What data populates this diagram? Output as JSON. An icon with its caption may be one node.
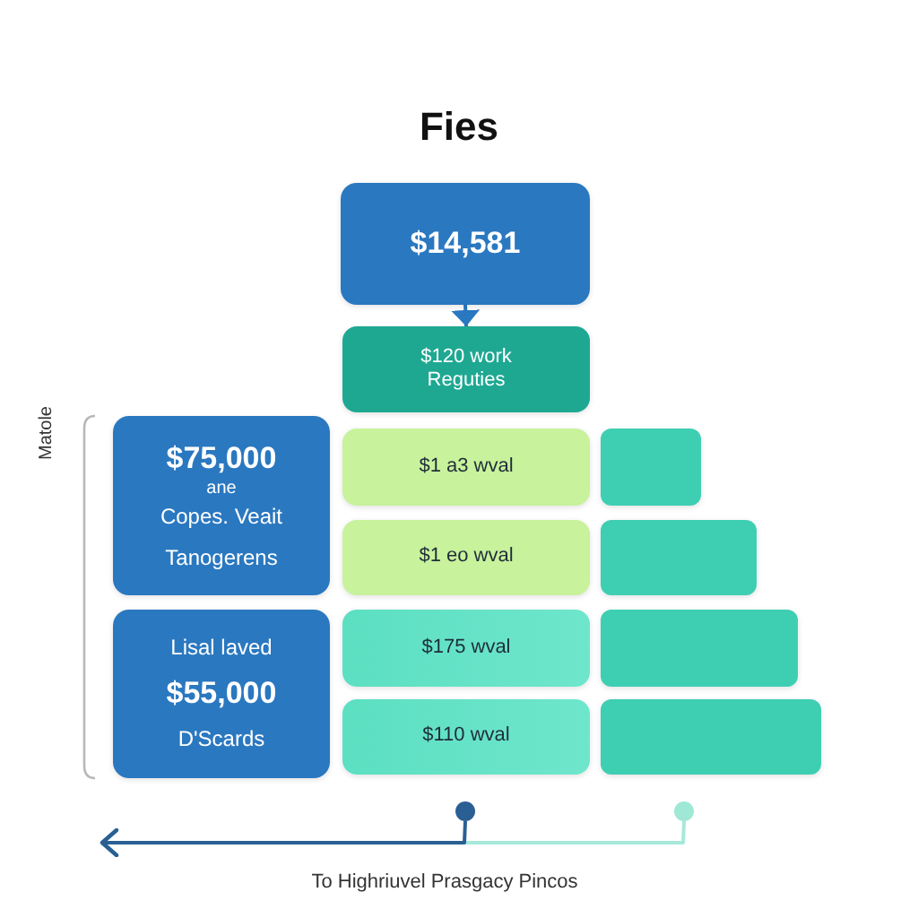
{
  "diagram": {
    "title": "Fies",
    "nodes": [
      {
        "text": [
          "$14,581"
        ]
      },
      {
        "text": [
          "$120 work Reguties"
        ]
      },
      {
        "text": [
          "$75,000",
          "ane",
          "Copes. Veait",
          "Tanogerens"
        ]
      },
      {
        "text": [
          "Lisal laved",
          "$55,000",
          "D'Scards"
        ]
      },
      {
        "text": [
          "$1 a3 wval"
        ]
      },
      {
        "text": [
          "$1 eo wval"
        ]
      },
      {
        "text": [
          "$175 wval"
        ]
      },
      {
        "text": [
          "$110 wval"
        ]
      },
      {
        "text": [],
        "shape": "bar"
      },
      {
        "text": [],
        "shape": "bar"
      },
      {
        "text": [],
        "shape": "bar"
      },
      {
        "text": [],
        "shape": "bar"
      },
      {
        "text": [],
        "shape": "circle"
      },
      {
        "text": [],
        "shape": "circle"
      }
    ],
    "edges": [
      {
        "from": 0,
        "to": 1,
        "arrow": "to",
        "color": "#2a78c0"
      },
      {
        "from": 13,
        "to": null,
        "arrow": "to",
        "color": "#a6e9da"
      },
      {
        "from": 12,
        "to": null,
        "arrow": "to",
        "color": "#2a5f94"
      }
    ],
    "labels": [
      "Matole",
      "To Highriuvel Prasgacy Pincos"
    ]
  }
}
